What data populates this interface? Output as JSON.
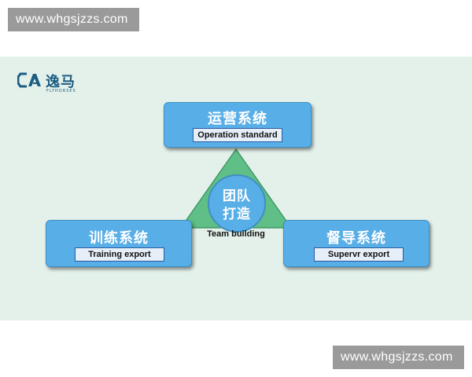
{
  "watermark_top": "www.whgsjzzs.com",
  "watermark_bottom": "www.whgsjzzs.com",
  "logo": {
    "name": "逸马",
    "subtitle": "FLYHORSES"
  },
  "center": {
    "line1": "团队",
    "line2": "打造",
    "label": "Team building"
  },
  "nodes": {
    "top": {
      "title": "运营系统",
      "subtitle": "Operation standard"
    },
    "left": {
      "title": "训练系统",
      "subtitle": "Training export"
    },
    "right": {
      "title": "督导系统",
      "subtitle": "Supervr export"
    }
  },
  "colors": {
    "background": "#e4f1eb",
    "box": "#58aee6",
    "triangle": "#5fbf86",
    "logo": "#1c5d82",
    "subtitle_fill": "#e6eef8",
    "subtitle_border": "#2d5aa5"
  }
}
